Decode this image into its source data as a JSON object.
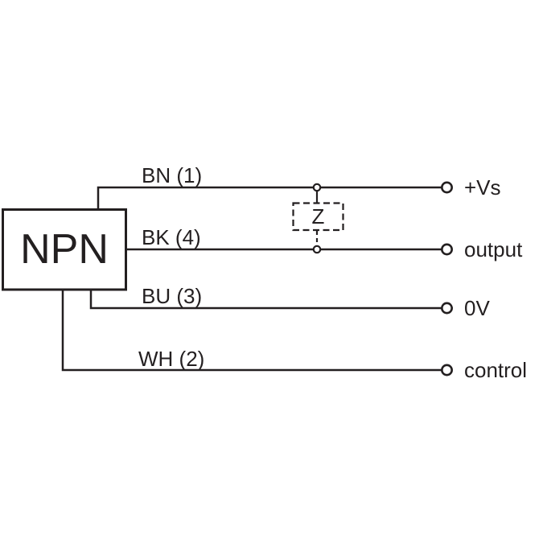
{
  "device": {
    "label": "NPN"
  },
  "load": {
    "label": "Z"
  },
  "wires": [
    {
      "label": "BN (1)",
      "terminal": "+Vs"
    },
    {
      "label": "BK (4)",
      "terminal": "output"
    },
    {
      "label": "BU (3)",
      "terminal": "0V"
    },
    {
      "label": "WH (2)",
      "terminal": "control"
    }
  ],
  "colors": {
    "line": "#231f20",
    "background": "#ffffff"
  }
}
